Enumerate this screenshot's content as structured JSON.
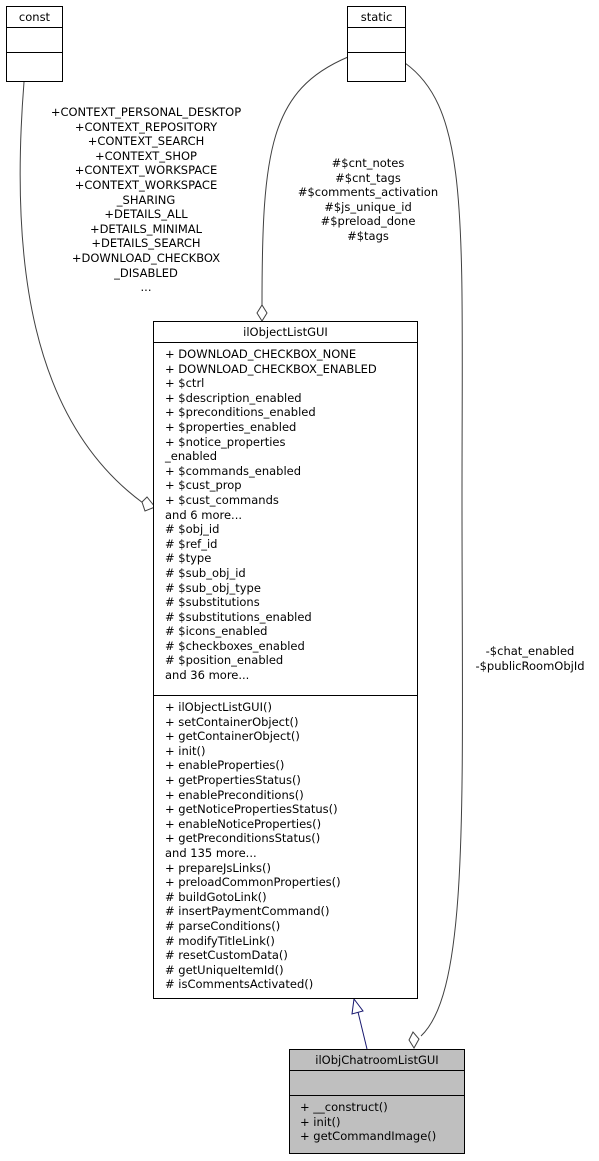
{
  "classes": {
    "const": {
      "name": "const"
    },
    "static": {
      "name": "static"
    },
    "list_gui": {
      "name": "ilObjectListGUI",
      "attributes": [
        "+ DOWNLOAD_CHECKBOX_NONE",
        "+ DOWNLOAD_CHECKBOX_ENABLED",
        "+ $ctrl",
        "+ $description_enabled",
        "+ $preconditions_enabled",
        "+ $properties_enabled",
        "+ $notice_properties",
        "_enabled",
        "+ $commands_enabled",
        "+ $cust_prop",
        "+ $cust_commands",
        "and 6 more...",
        "# $obj_id",
        "# $ref_id",
        "# $type",
        "# $sub_obj_id",
        "# $sub_obj_type",
        "# $substitutions",
        "# $substitutions_enabled",
        "# $icons_enabled",
        "# $checkboxes_enabled",
        "# $position_enabled",
        "and 36 more..."
      ],
      "methods": [
        "+ ilObjectListGUI()",
        "+ setContainerObject()",
        "+ getContainerObject()",
        "+ init()",
        "+ enableProperties()",
        "+ getPropertiesStatus()",
        "+ enablePreconditions()",
        "+ getNoticePropertiesStatus()",
        "+ enableNoticeProperties()",
        "+ getPreconditionsStatus()",
        "and 135 more...",
        "+ prepareJsLinks()",
        "+ preloadCommonProperties()",
        "# buildGotoLink()",
        "# insertPaymentCommand()",
        "# parseConditions()",
        "# modifyTitleLink()",
        "# resetCustomData()",
        "# getUniqueItemId()",
        "# isCommentsActivated()"
      ]
    },
    "chatroom_gui": {
      "name": "ilObjChatroomListGUI",
      "methods": [
        "+ __construct()",
        "+ init()",
        "+ getCommandImage()"
      ]
    }
  },
  "edge_labels": {
    "const_to_list": [
      "+CONTEXT_PERSONAL_DESKTOP",
      "+CONTEXT_REPOSITORY",
      "+CONTEXT_SEARCH",
      "+CONTEXT_SHOP",
      "+CONTEXT_WORKSPACE",
      "+CONTEXT_WORKSPACE",
      "_SHARING",
      "+DETAILS_ALL",
      "+DETAILS_MINIMAL",
      "+DETAILS_SEARCH",
      "+DOWNLOAD_CHECKBOX",
      "_DISABLED",
      "..."
    ],
    "static_to_list": [
      "#$cnt_notes",
      "#$cnt_tags",
      "#$comments_activation",
      "#$js_unique_id",
      "#$preload_done",
      "#$tags"
    ],
    "static_to_chatroom": [
      "-$chat_enabled",
      "-$publicRoomObjId"
    ]
  },
  "colors": {
    "highlight_fill": "#bfbfbf",
    "inheritance_arrow": "#191970",
    "edge": "#404040"
  }
}
